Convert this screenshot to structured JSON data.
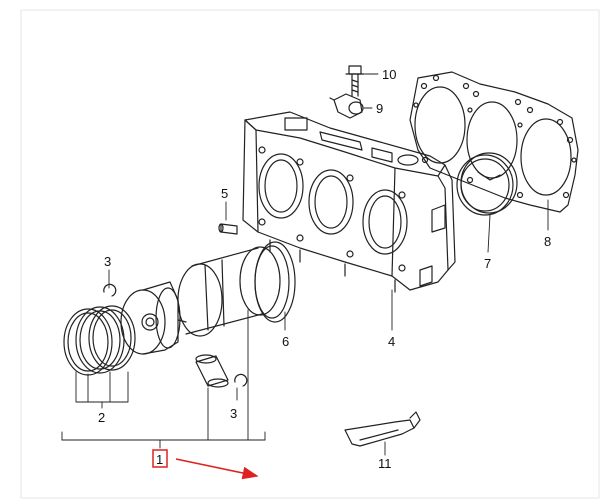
{
  "diagram": {
    "callouts": [
      {
        "id": "1",
        "label": "1"
      },
      {
        "id": "2",
        "label": "2"
      },
      {
        "id": "3a",
        "label": "3"
      },
      {
        "id": "3b",
        "label": "3"
      },
      {
        "id": "4",
        "label": "4"
      },
      {
        "id": "5",
        "label": "5"
      },
      {
        "id": "6",
        "label": "6"
      },
      {
        "id": "7",
        "label": "7"
      },
      {
        "id": "8",
        "label": "8"
      },
      {
        "id": "9",
        "label": "9"
      },
      {
        "id": "10",
        "label": "10"
      },
      {
        "id": "11",
        "label": "11"
      }
    ],
    "highlight": {
      "target": "1",
      "color": "#e02020"
    },
    "line_color": "#222222",
    "frame_color": "#e6e6e6"
  }
}
